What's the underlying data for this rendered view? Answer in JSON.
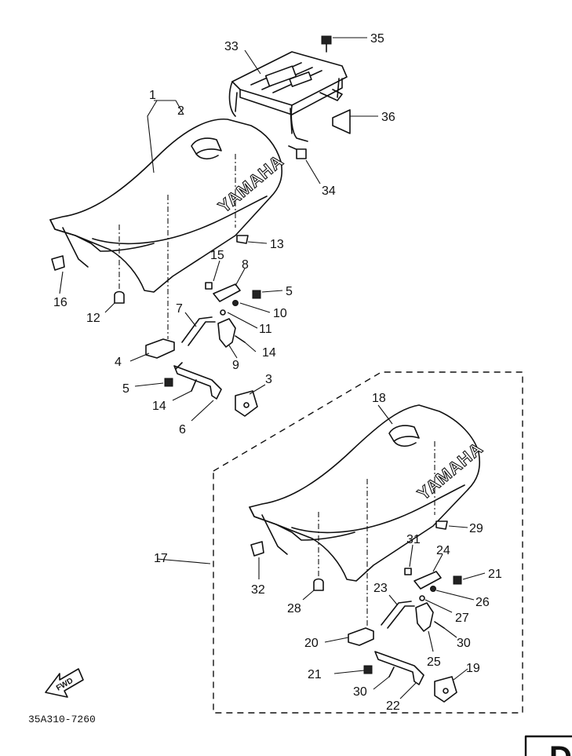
{
  "diagram": {
    "brand_logo_text": "YAMAHA",
    "fwd_label": "FWD",
    "part_code": "35A310-7260",
    "corner_letter": "D"
  },
  "callouts": [
    "1",
    "2",
    "3",
    "4",
    "5",
    "5",
    "6",
    "7",
    "8",
    "9",
    "10",
    "11",
    "12",
    "13",
    "14",
    "14",
    "15",
    "16",
    "17",
    "18",
    "19",
    "20",
    "21",
    "21",
    "22",
    "23",
    "24",
    "25",
    "26",
    "27",
    "28",
    "29",
    "30",
    "30",
    "31",
    "32",
    "33",
    "34",
    "35",
    "36"
  ]
}
